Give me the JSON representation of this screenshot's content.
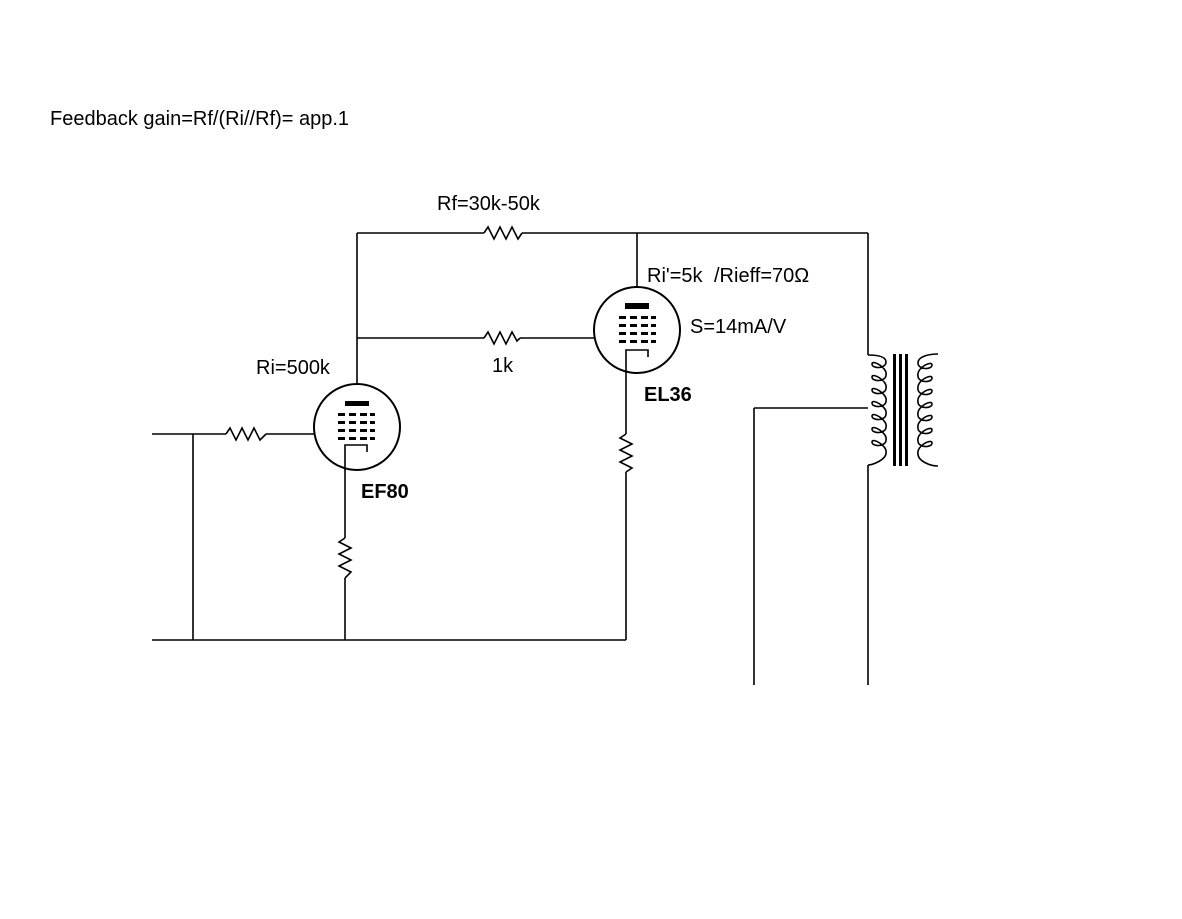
{
  "diagram": {
    "heading": "Feedback gain=Rf/(Ri//Rf)= app.1",
    "labels": {
      "rf": "Rf=30k-50k",
      "ri_prime": "Ri'=5k",
      "rieff": "/Rieff=70Ω",
      "transconductance": "S=14mA/V",
      "ri": "Ri=500k",
      "series_resistor": "1k",
      "tube_el36": "EL36",
      "tube_ef80": "EF80"
    }
  }
}
